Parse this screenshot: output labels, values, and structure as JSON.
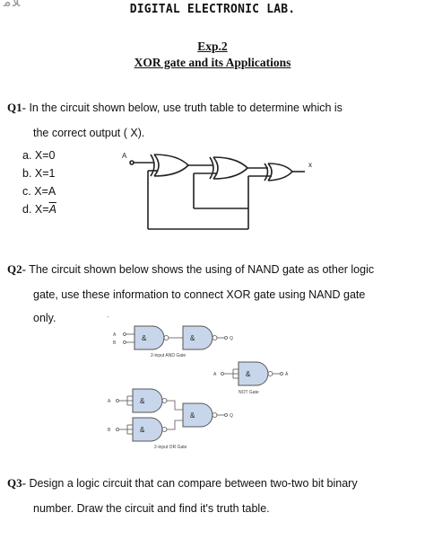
{
  "header": {
    "corner_mark": "ﻼﻣ",
    "lab_title": "DIGITAL ELECTRONIC LAB.",
    "exp_number": "Exp.2",
    "exp_title": "XOR gate and its Applications"
  },
  "q1": {
    "label": "Q1-",
    "text_line1": "In the circuit shown below, use truth table to determine which is",
    "text_line2": "the correct output ( X).",
    "options": [
      {
        "letter": "a.",
        "text": "X=0"
      },
      {
        "letter": "b.",
        "text": "X=1"
      },
      {
        "letter": "c.",
        "text": "X=A"
      },
      {
        "letter": "d.",
        "text": "X=",
        "overline_text": "A"
      }
    ],
    "circuit": {
      "input_label": "A",
      "output_label": "x"
    }
  },
  "q2": {
    "label": "Q2-",
    "text_line1": "The circuit shown below shows the using of NAND gate as other logic",
    "text_line2": "gate, use these information to connect XOR gate using NAND gate",
    "text_line3": "only.",
    "dot_mark": "-",
    "and_diagram": {
      "input_a": "A",
      "input_b": "B",
      "gate_symbol": "&",
      "output": "Q",
      "caption": "2-input AND Gate"
    },
    "not_diagram": {
      "input": "A",
      "gate_symbol": "&",
      "output": "Ā",
      "caption": "NOT Gate"
    },
    "or_diagram": {
      "input_a": "A",
      "input_b": "B",
      "gate_symbol": "&",
      "output": "Q",
      "caption": "2-input OR Gate"
    }
  },
  "q3": {
    "label": "Q3-",
    "text_line1": "Design a logic circuit that can compare between two-two bit binary",
    "text_line2": "number. Draw the circuit and find it's truth table."
  }
}
